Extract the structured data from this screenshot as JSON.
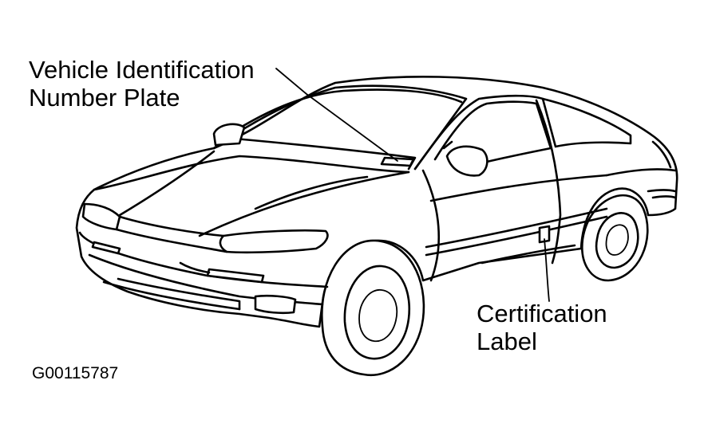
{
  "callouts": {
    "vin_plate": "Vehicle Identification\nNumber Plate",
    "certification_label": "Certification\nLabel"
  },
  "figure_code": "G00115787",
  "colors": {
    "line": "#000000",
    "background": "#ffffff"
  }
}
